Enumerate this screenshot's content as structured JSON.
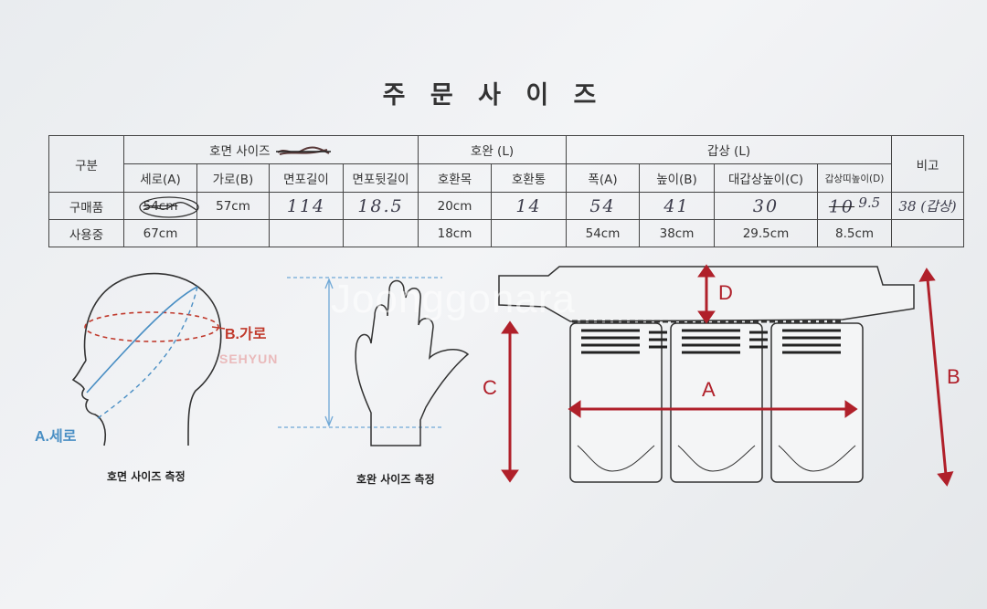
{
  "title": "주 문 사 이 즈",
  "table": {
    "h_category": "구분",
    "h_face": "호면 사이즈",
    "h_glove": "호완 (L)",
    "h_armor": "갑상 (L)",
    "h_note": "비고",
    "sub": [
      "세로(A)",
      "가로(B)",
      "면포길이",
      "면포뒷길이",
      "호환목",
      "호환통",
      "폭(A)",
      "높이(B)",
      "대갑상높이(C)",
      "갑상띠높이(D)"
    ],
    "rows": [
      {
        "label": "구매품",
        "cells": [
          "54cm",
          "57cm",
          "114",
          "18.5",
          "20cm",
          "14",
          "54",
          "41",
          "30",
          "10",
          "38 (갑상)"
        ]
      },
      {
        "label": "사용중",
        "cells": [
          "67cm",
          "",
          "",
          "",
          "18cm",
          "",
          "54cm",
          "38cm",
          "29.5cm",
          "8.5cm",
          ""
        ]
      }
    ],
    "row1_correction_d": "9.5"
  },
  "head_fig": {
    "label_b": "B.가로",
    "label_a": "A.세로",
    "caption": "호면 사이즈 측정",
    "colors": {
      "b": "#c0392b",
      "a": "#4a8fc4"
    }
  },
  "hand_fig": {
    "caption": "호완 사이즈 측정",
    "line_color": "#6fa8d6"
  },
  "armor_fig": {
    "label_a": "A",
    "label_b": "B",
    "label_c": "C",
    "label_d": "D",
    "arrow_color": "#b0202a"
  },
  "watermark": {
    "text": "Joonggonara",
    "logo": "SEHYUN"
  }
}
